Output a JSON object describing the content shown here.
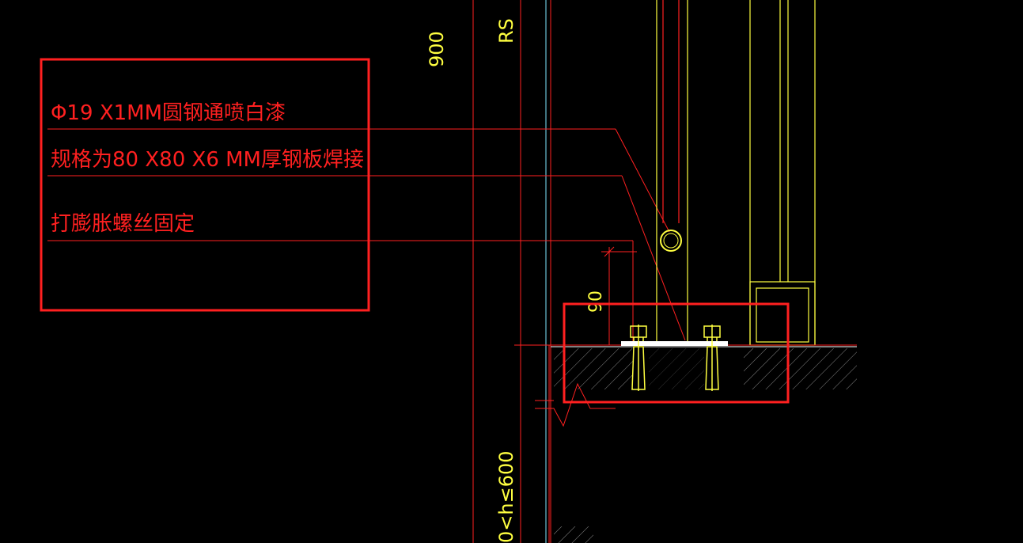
{
  "colors": {
    "background": "#000000",
    "annotation_red": "#ff2020",
    "highlight_box": "#ff2020",
    "yellow": "#ffff40",
    "cyan": "#80e8ff",
    "white": "#ffffff",
    "gray_hatch": "#9a9a9a"
  },
  "annotations": {
    "line1": "Φ19 X1MM圆钢通喷白漆",
    "line2": "规格为80 X80 X6 MM厚钢板焊接",
    "line3": "打膨胀螺丝固定"
  },
  "dimensions": {
    "height_900": "900",
    "height_90": "90",
    "rs_label": "RS",
    "range_label": "0<h≤600"
  },
  "icons": {
    "anchor_bolt": "anchor-bolt-icon",
    "round_tube": "circle-tube-icon",
    "break_line": "break-line-icon"
  }
}
